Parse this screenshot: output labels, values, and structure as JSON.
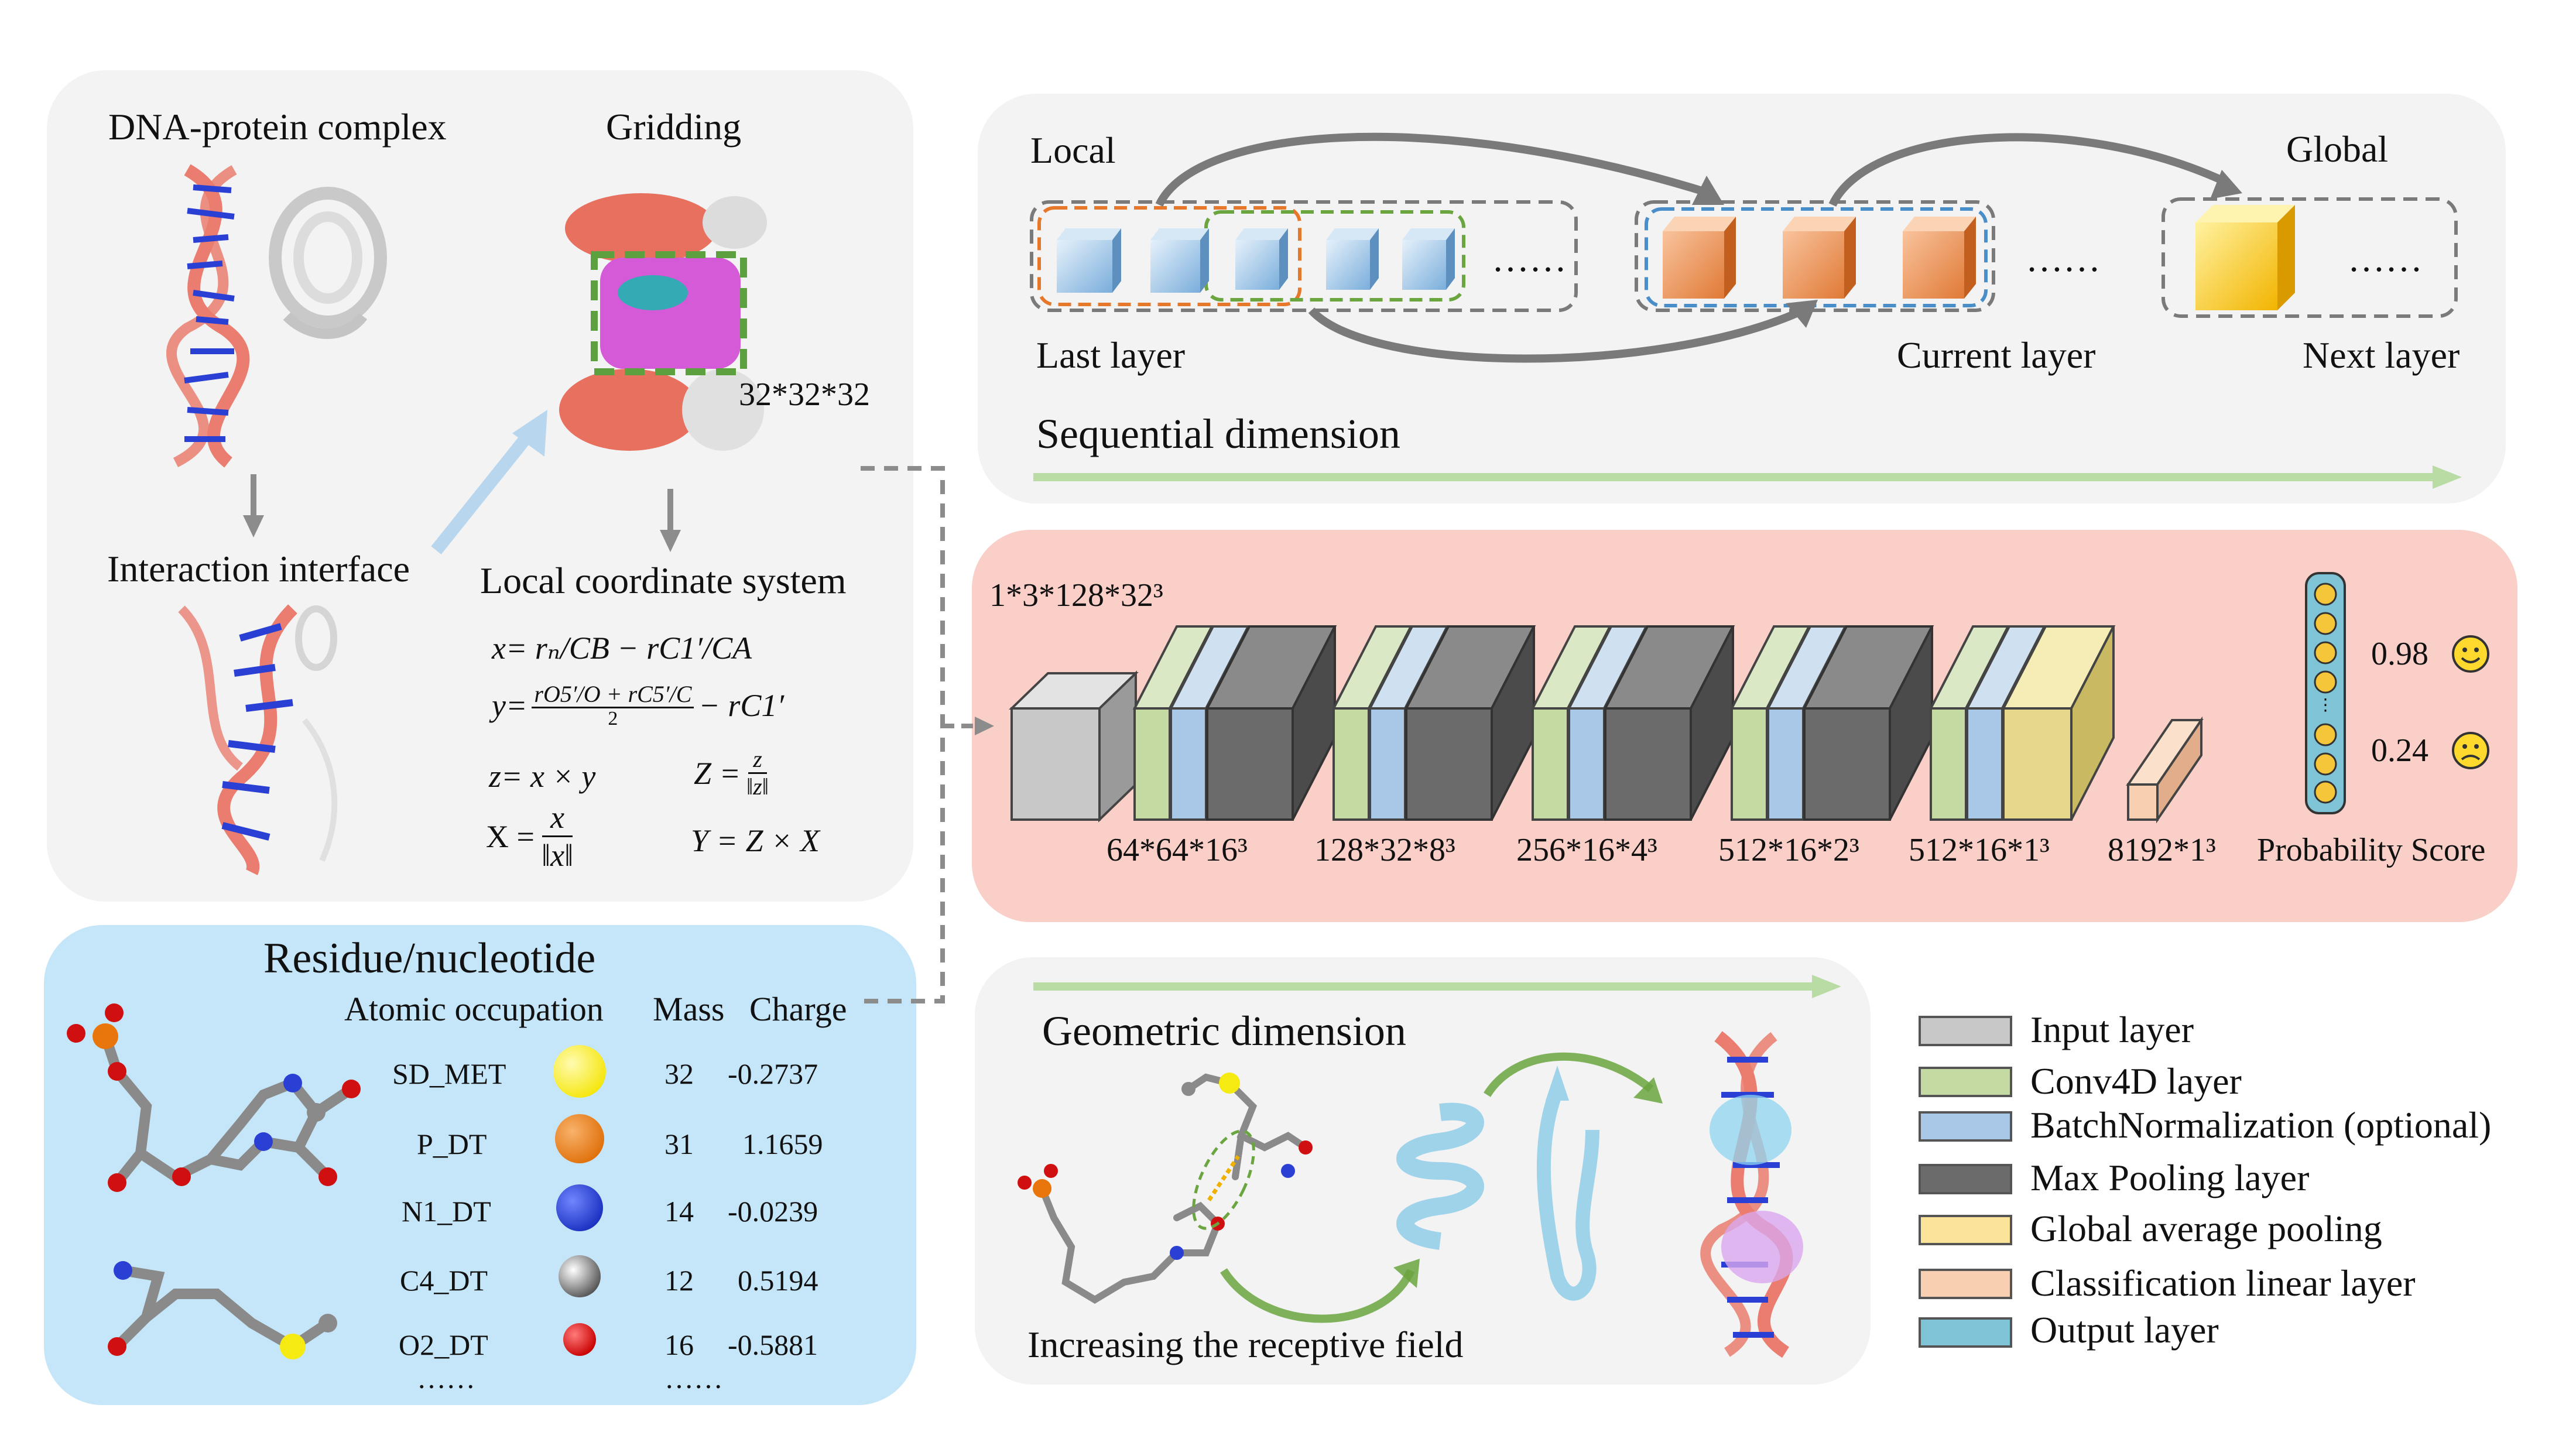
{
  "top_left": {
    "complex_title": "DNA-protein complex",
    "gridding_title": "Gridding",
    "grid_size": "32*32*32",
    "interface_label": "Interaction interface",
    "coord_title": "Local coordinate system",
    "eq1_lhs": "x=",
    "eq1_rhs": "rₙ/CB − rC1′/CA",
    "eq2_lhs": "y=",
    "eq2_num": "rO5′/O + rC5′/C",
    "eq2_den": "2",
    "eq2_rest": "− rC1′",
    "eq3": "z= x × y",
    "eq4_lhs": "Z =",
    "eq4_num": "z",
    "eq4_den": "‖z‖",
    "eq5_lhs": "X =",
    "eq5_num": "x",
    "eq5_den": "‖x‖",
    "eq6": "Y = Z × X"
  },
  "residue": {
    "title": "Residue/nucleotide",
    "col_occupation": "Atomic occupation",
    "col_mass": "Mass",
    "col_charge": "Charge",
    "rows": [
      {
        "atom": "SD_MET",
        "mass": "32",
        "charge": "-0.2737",
        "color": "#f5ea12"
      },
      {
        "atom": "P_DT",
        "mass": "31",
        "charge": "1.1659",
        "color": "#e8760c"
      },
      {
        "atom": "N1_DT",
        "mass": "14",
        "charge": "-0.0239",
        "color": "#1f3ecf"
      },
      {
        "atom": "C4_DT",
        "mass": "12",
        "charge": "0.5194",
        "color": "#777777"
      },
      {
        "atom": "O2_DT",
        "mass": "16",
        "charge": "-0.5881",
        "color": "#d01010"
      }
    ],
    "ellipsis1": "……",
    "ellipsis2": "……"
  },
  "sequential": {
    "local": "Local",
    "global": "Global",
    "last_layer": "Last layer",
    "current_layer": "Current layer",
    "next_layer": "Next layer",
    "title": "Sequential dimension",
    "dots1": "……",
    "dots2": "……",
    "dots3": "……"
  },
  "network": {
    "input_shape": "1*3*128*32³",
    "shapes": [
      "64*64*16³",
      "128*32*8³",
      "256*16*4³",
      "512*16*2³",
      "512*16*1³",
      "8192*1³"
    ],
    "prob_label": "Probability Score",
    "score_high": "0.98",
    "score_low": "0.24"
  },
  "geometric": {
    "title": "Geometric dimension",
    "caption": "Increasing the receptive field"
  },
  "legend": [
    {
      "label": "Input layer",
      "color": "#c8c8c8"
    },
    {
      "label": "Conv4D layer",
      "color": "#c5d9a3"
    },
    {
      "label": "BatchNormalization (optional)",
      "color": "#a9c7e6"
    },
    {
      "label": "Max Pooling layer",
      "color": "#6b6b6b"
    },
    {
      "label": "Global average pooling",
      "color": "#fbe49a"
    },
    {
      "label": "Classification linear layer",
      "color": "#f9cfb1"
    },
    {
      "label": "Output layer",
      "color": "#7fc4d6"
    }
  ]
}
